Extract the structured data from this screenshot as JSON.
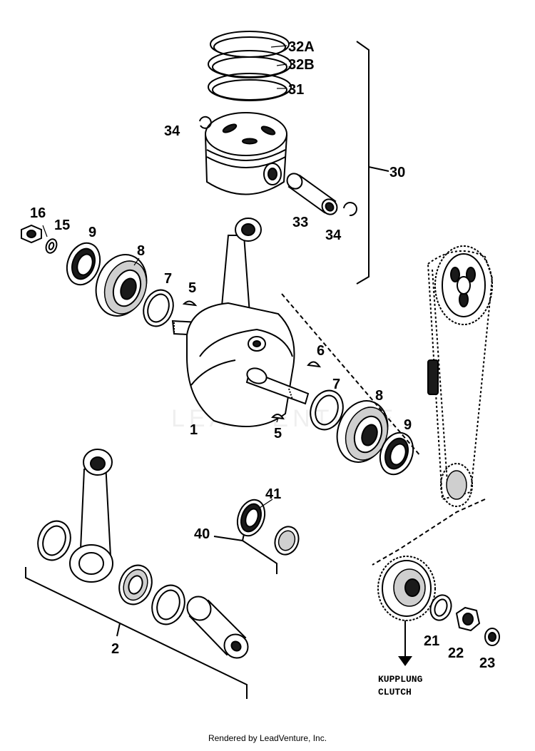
{
  "callouts": {
    "c32a": "32A",
    "c32b": "32B",
    "c31": "31",
    "c34a": "34",
    "c30": "30",
    "c33": "33",
    "c34b": "34",
    "c16": "16",
    "c15": "15",
    "c9a": "9",
    "c8a": "8",
    "c7a": "7",
    "c5a": "5",
    "c6": "6",
    "c7b": "7",
    "c8b": "8",
    "c9b": "9",
    "c1": "1",
    "c5b": "5",
    "c41": "41",
    "c40": "40",
    "c2": "2",
    "c21": "21",
    "c22": "22",
    "c23": "23"
  },
  "clutch_note": {
    "line1": "KUPPLUNG",
    "line2": "CLUTCH"
  },
  "watermark": "LEADVENTURE",
  "footer": "Rendered by LeadVenture, Inc."
}
